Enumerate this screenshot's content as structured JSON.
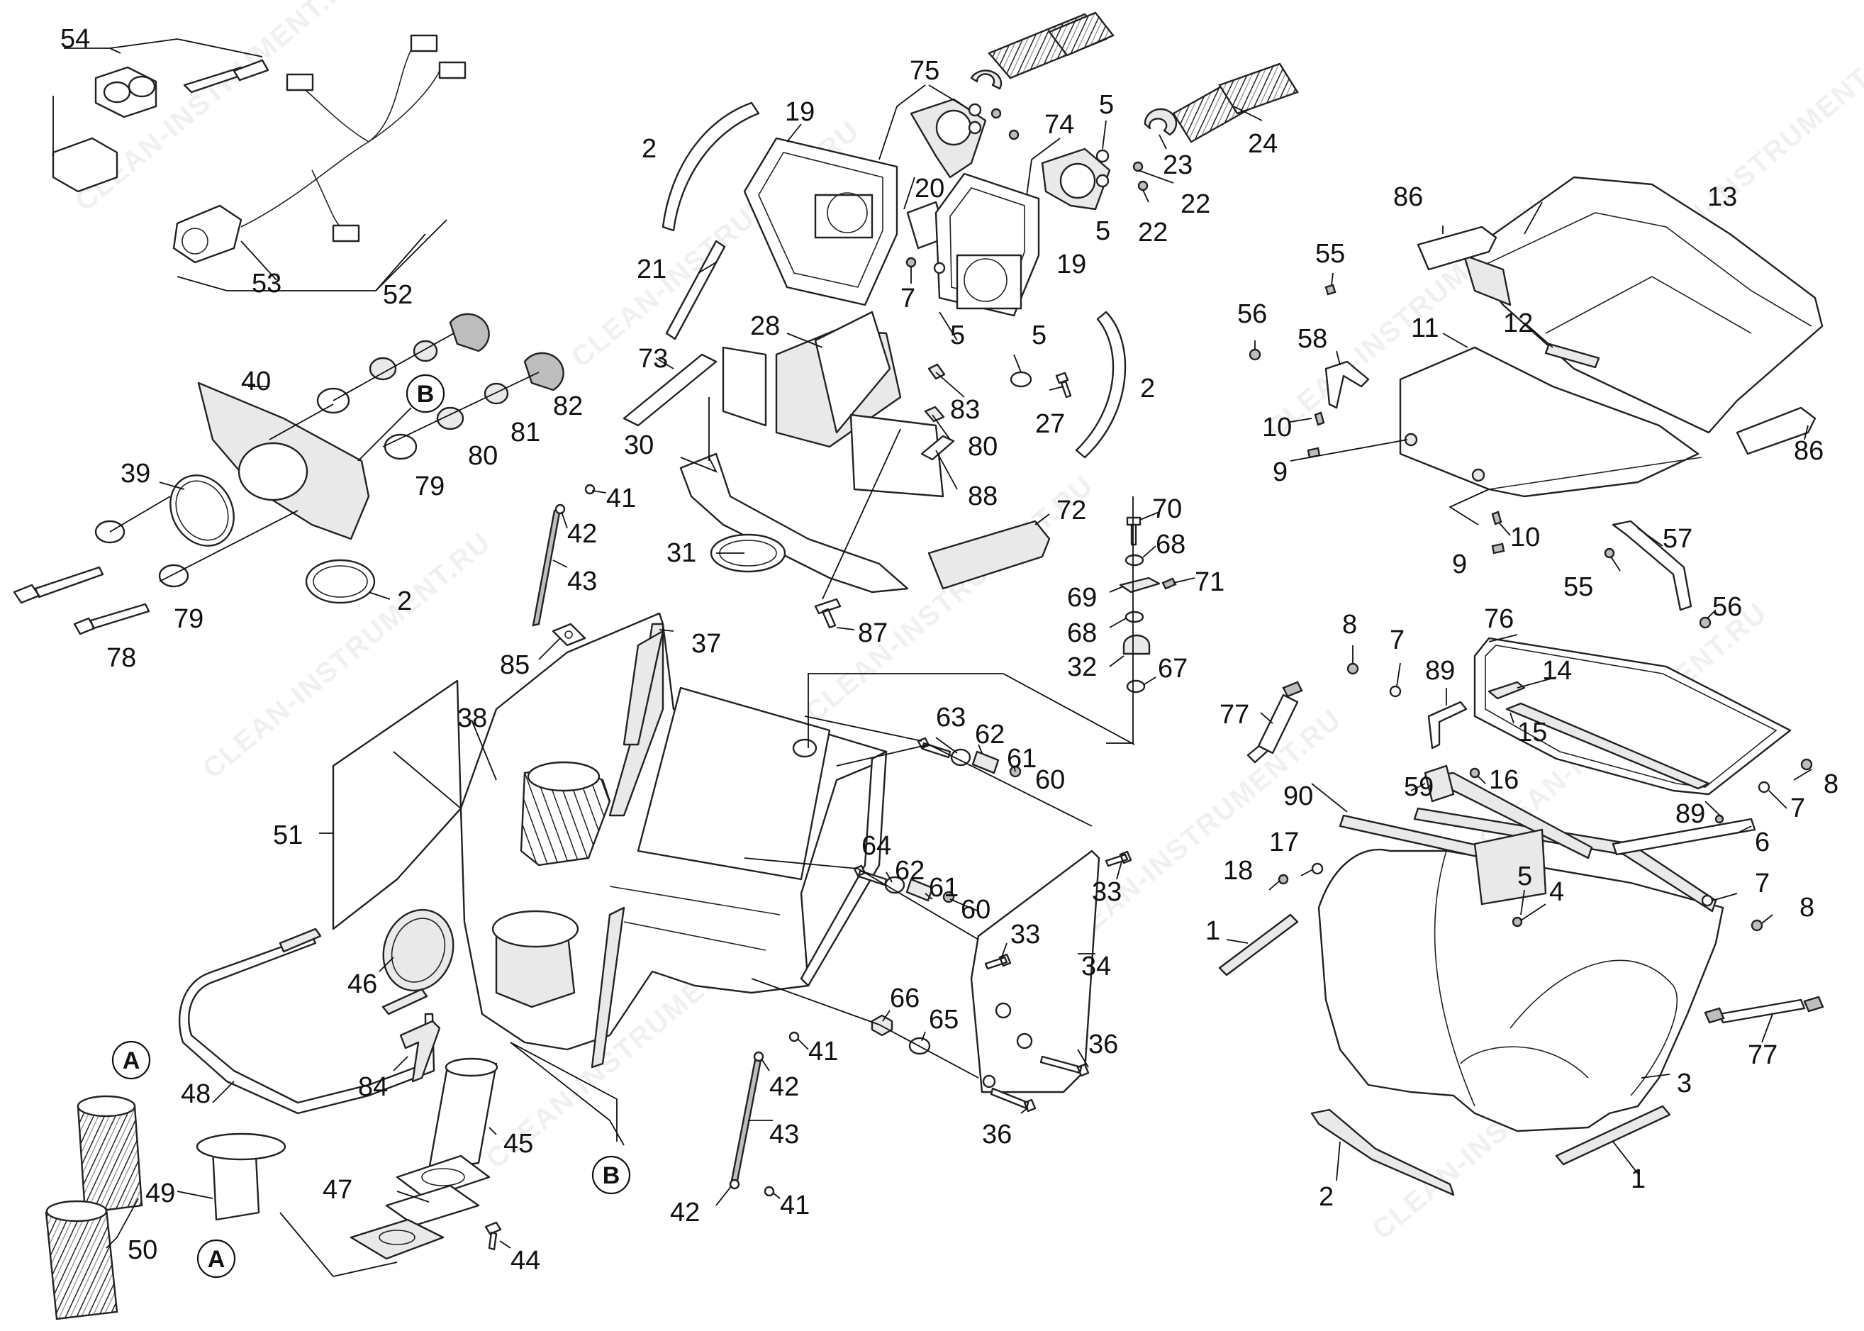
{
  "watermark": "CLEAN-INSTRUMENT.RU",
  "callouts": {
    "c54": "54",
    "c53": "53",
    "c52": "52",
    "c40": "40",
    "cB1": "B",
    "c82": "82",
    "c81": "81",
    "c80a": "80",
    "c79a": "79",
    "c39": "39",
    "c2a": "2",
    "c79b": "79",
    "c78": "78",
    "c2b": "2",
    "c19a": "19",
    "c75": "75",
    "c20": "20",
    "c21": "21",
    "c73": "73",
    "c28": "28",
    "c30": "30",
    "c31": "31",
    "c87": "87",
    "c7a": "7",
    "c5a": "5",
    "c19b": "19",
    "c74": "74",
    "c5b": "5",
    "c5c": "5",
    "c22a": "22",
    "c22b": "22",
    "c23": "23",
    "c24": "24",
    "c5d": "5",
    "c27": "27",
    "c2c": "2",
    "c83": "83",
    "c80b": "80",
    "c88": "88",
    "c72": "72",
    "c70": "70",
    "c68a": "68",
    "c69": "69",
    "c71": "71",
    "c68b": "68",
    "c32": "32",
    "c67": "67",
    "c41a": "41",
    "c42a": "42",
    "c43a": "43",
    "c85": "85",
    "c37": "37",
    "c38": "38",
    "c51": "51",
    "c63": "63",
    "c62a": "62",
    "c61a": "61",
    "c60a": "60",
    "c64": "64",
    "c62b": "62",
    "c61b": "61",
    "c60b": "60",
    "c33a": "33",
    "c33b": "33",
    "c34": "34",
    "c66": "66",
    "c65": "65",
    "c36a": "36",
    "c36b": "36",
    "c46": "46",
    "c48": "48",
    "c84": "84",
    "c45": "45",
    "c41b": "41",
    "c42b": "42",
    "c43b": "43",
    "c42c": "42",
    "c41c": "41",
    "cB2": "B",
    "cA1": "A",
    "c49": "49",
    "c50": "50",
    "cA2": "A",
    "c47": "47",
    "c44": "44",
    "c86a": "86",
    "c13": "13",
    "c55a": "55",
    "c56a": "56",
    "c58": "58",
    "c12": "12",
    "c11": "11",
    "c10a": "10",
    "c9a": "9",
    "c86b": "86",
    "c10b": "10",
    "c9b": "9",
    "c57": "57",
    "c55b": "55",
    "c56b": "56",
    "c8a": "8",
    "c7b": "7",
    "c89a": "89",
    "c76": "76",
    "c14": "14",
    "c15": "15",
    "c77a": "77",
    "c90": "90",
    "c59": "59",
    "c16": "16",
    "c8b": "8",
    "c7c": "7",
    "c89b": "89",
    "c6": "6",
    "c17": "17",
    "c18": "18",
    "c5e": "5",
    "c4": "4",
    "c7d": "7",
    "c8c": "8",
    "c1a": "1",
    "c77b": "77",
    "c3": "3",
    "c2d": "2",
    "c1b": "1"
  }
}
